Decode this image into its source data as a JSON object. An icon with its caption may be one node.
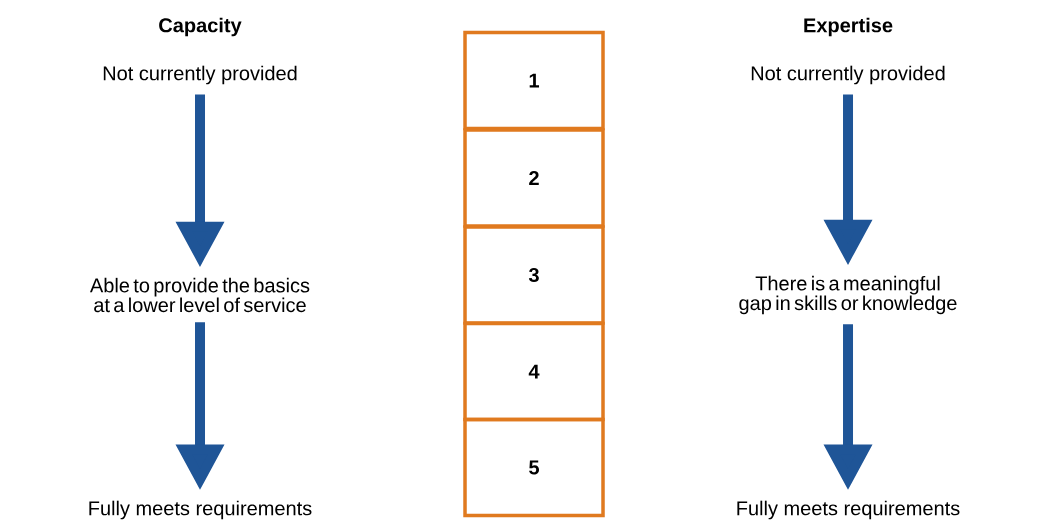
{
  "diagram": {
    "nodes": [
      {
        "text": [
          "Not currently provided"
        ]
      },
      {
        "text": [
          "Able to provide the basics at a lower level of service"
        ]
      },
      {
        "text": [
          "Fully meets requirements"
        ]
      },
      {
        "text": [
          "1"
        ]
      },
      {
        "text": [
          "2"
        ]
      },
      {
        "text": [
          "3"
        ]
      },
      {
        "text": [
          "4"
        ]
      },
      {
        "text": [
          "5"
        ]
      },
      {
        "text": [
          "Not currently provided"
        ]
      },
      {
        "text": [
          "There is a meaningful gap in skills or knowledge"
        ]
      },
      {
        "text": [
          "Fully meets requirements"
        ]
      }
    ],
    "edges": [
      {
        "from": 0,
        "to": 1,
        "arrow": "to"
      },
      {
        "from": 1,
        "to": 2,
        "arrow": "to"
      },
      {
        "from": 8,
        "to": 9,
        "arrow": "to"
      },
      {
        "from": 9,
        "to": 10,
        "arrow": "to"
      }
    ],
    "labels": [
      "Capacity",
      "Expertise"
    ]
  }
}
